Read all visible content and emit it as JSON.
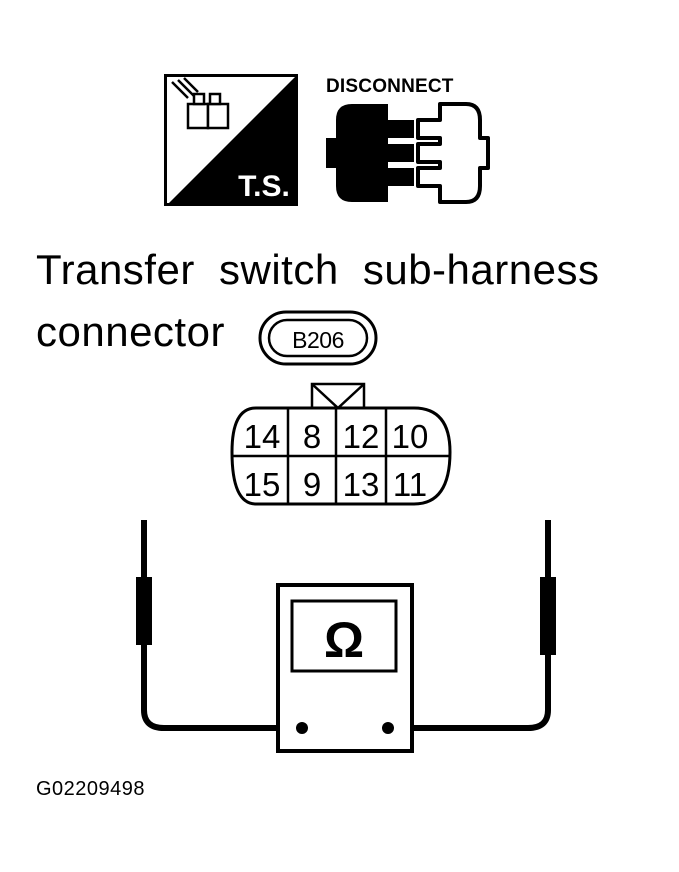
{
  "icons": {
    "ts_label": "T.S.",
    "disconnect_label": "DISCONNECT"
  },
  "title": {
    "line1": "Transfer switch sub-harness",
    "line2": "connector"
  },
  "connector": {
    "id": "B206",
    "top_row": [
      "14",
      "8",
      "12",
      "10"
    ],
    "bottom_row": [
      "15",
      "9",
      "13",
      "11"
    ]
  },
  "meter": {
    "symbol": "Ω"
  },
  "figure_id": "G02209498"
}
